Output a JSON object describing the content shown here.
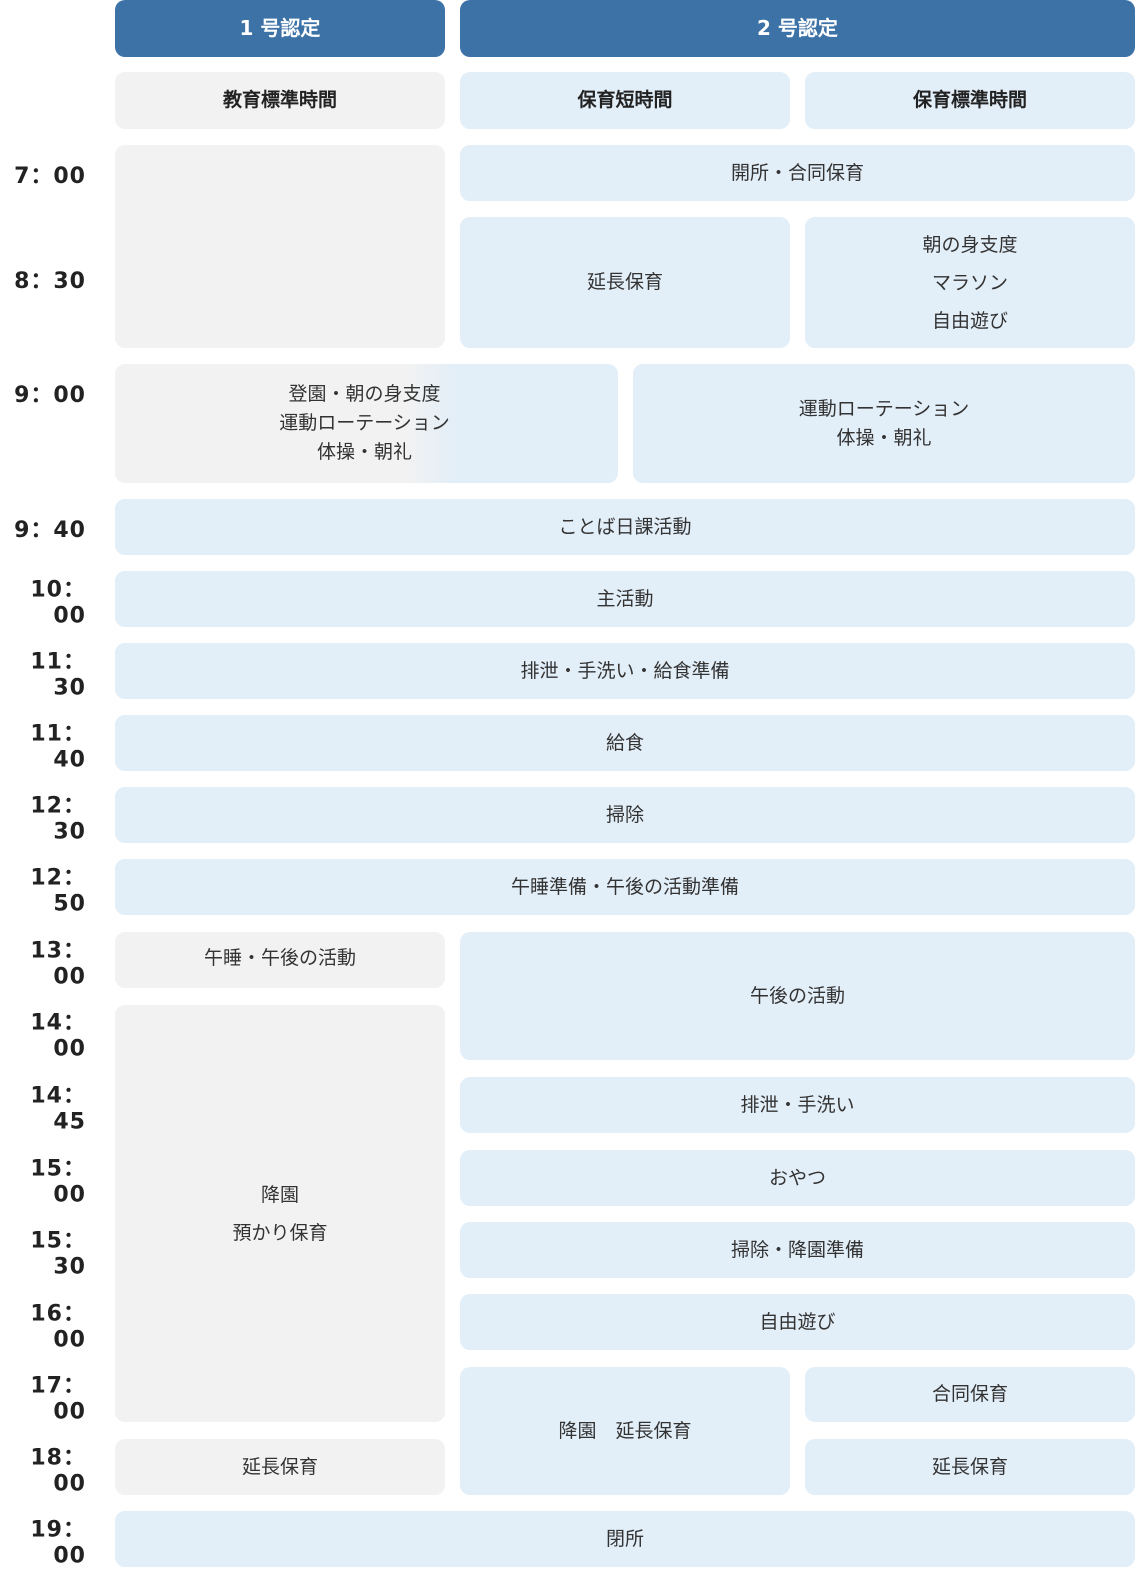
{
  "headers": {
    "cert1": "1 号認定",
    "cert2": "2 号認定",
    "standard_edu": "教育標準時間",
    "short_care": "保育短時間",
    "standard_care": "保育標準時間"
  },
  "times": [
    "7：00",
    "8：30",
    "9：00",
    "9：40",
    "10：00",
    "11：30",
    "11：40",
    "12：30",
    "12：50",
    "13：00",
    "14：00",
    "14：45",
    "15：00",
    "15：30",
    "16：00",
    "17：00",
    "18：00",
    "19：00"
  ],
  "blocks": {
    "opening": "開所・合同保育",
    "extended_short": "延長保育",
    "morning_std": [
      "朝の身支度",
      "マラソン",
      "自由遊び"
    ],
    "morning_edu": [
      "登園・朝の身支度",
      "運動ローテーション",
      "体操・朝礼"
    ],
    "morning_care": [
      "運動ローテーション",
      "体操・朝礼"
    ],
    "kotoba": "ことば日課活動",
    "main": "主活動",
    "toilet_lunch": "排泄・手洗い・給食準備",
    "lunch": "給食",
    "cleaning": "掃除",
    "nap_prep": "午睡準備・午後の活動準備",
    "nap_edu": "午睡・午後の活動",
    "afternoon": "午後の活動",
    "leave_edu": [
      "降園",
      "預かり保育"
    ],
    "toilet": "排泄・手洗い",
    "snack": "おやつ",
    "clean_leave": "掃除・降園準備",
    "free_play": "自由遊び",
    "leave_short": "降園　延長保育",
    "joint": "合同保育",
    "extended_std": "延長保育",
    "extended_edu": "延長保育",
    "closing": "閉所"
  }
}
